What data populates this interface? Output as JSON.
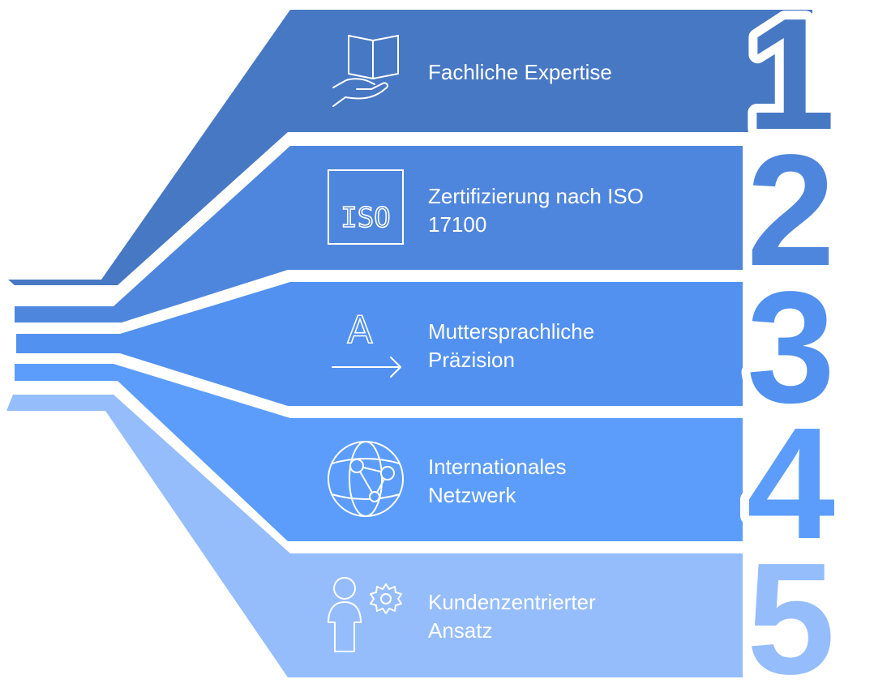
{
  "colors": {
    "tier1": "#4778c4",
    "tier2": "#4f86dd",
    "tier3": "#5291ef",
    "tier4": "#5c9dfb",
    "tier5": "#95bdfb",
    "line": "#ffffff"
  },
  "items": [
    {
      "number": "1",
      "lines": [
        "Fachliche Expertise"
      ],
      "icon": "open-book-hand-icon"
    },
    {
      "number": "2",
      "lines": [
        "Zertifizierung nach ISO",
        "17100"
      ],
      "icon": "iso-certificate-icon",
      "icon_text": "ISO"
    },
    {
      "number": "3",
      "lines": [
        "Muttersprachliche",
        "Präzision"
      ],
      "icon": "letter-a-arrow-icon",
      "icon_text": "A"
    },
    {
      "number": "4",
      "lines": [
        "Internationales",
        "Netzwerk"
      ],
      "icon": "globe-network-icon"
    },
    {
      "number": "5",
      "lines": [
        "Kundenzentrierter",
        "Ansatz"
      ],
      "icon": "person-gear-icon"
    }
  ]
}
